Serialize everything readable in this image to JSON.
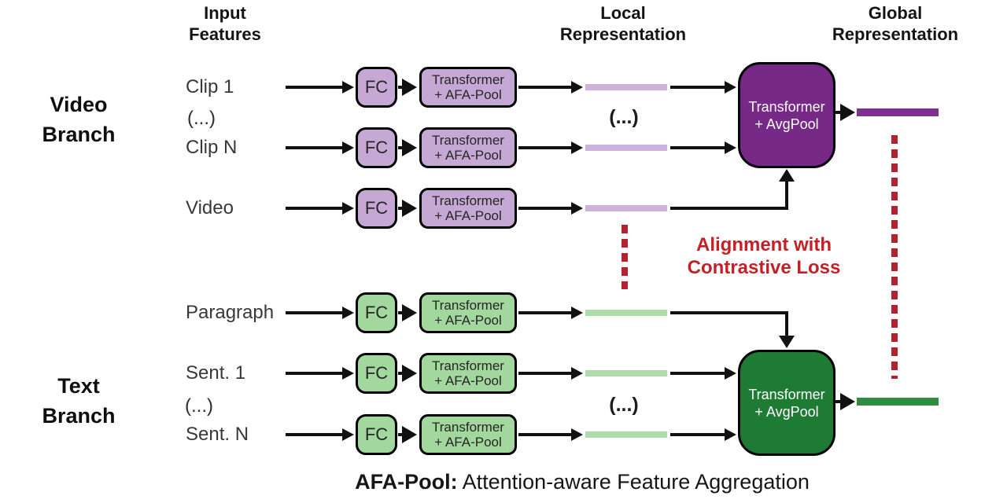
{
  "colors": {
    "purple_light": "#c6a8d5",
    "purple_bar": "#cdb3db",
    "purple_dark": "#762987",
    "purple_bar_dark": "#7e3190",
    "green_light": "#a2d79e",
    "green_bar": "#aedcaa",
    "green_dark": "#1e7b34",
    "green_bar_dark": "#2f8c41",
    "red": "#c42127",
    "red_dash": "#b22230"
  },
  "headers": {
    "input": "Input\nFeatures",
    "local": "Local\nRepresentation",
    "global": "Global\nRepresentation"
  },
  "branches": {
    "video": {
      "label": "Video\nBranch",
      "inputs": [
        "Clip 1",
        "Clip N",
        "Video"
      ],
      "ellipsis": "(...)"
    },
    "text": {
      "label": "Text\nBranch",
      "inputs": [
        "Paragraph",
        "Sent. 1",
        "Sent. N"
      ],
      "ellipsis": "(...)"
    }
  },
  "blocks": {
    "fc": "FC",
    "transformer": "Transformer",
    "afa_pool": "+ AFA-Pool",
    "avg_pool": "+ AvgPool"
  },
  "alignment_label": "Alignment with\nContrastive Loss",
  "caption": {
    "term": "AFA-Pool:",
    "definition": " Attention-aware Feature Aggregation"
  }
}
